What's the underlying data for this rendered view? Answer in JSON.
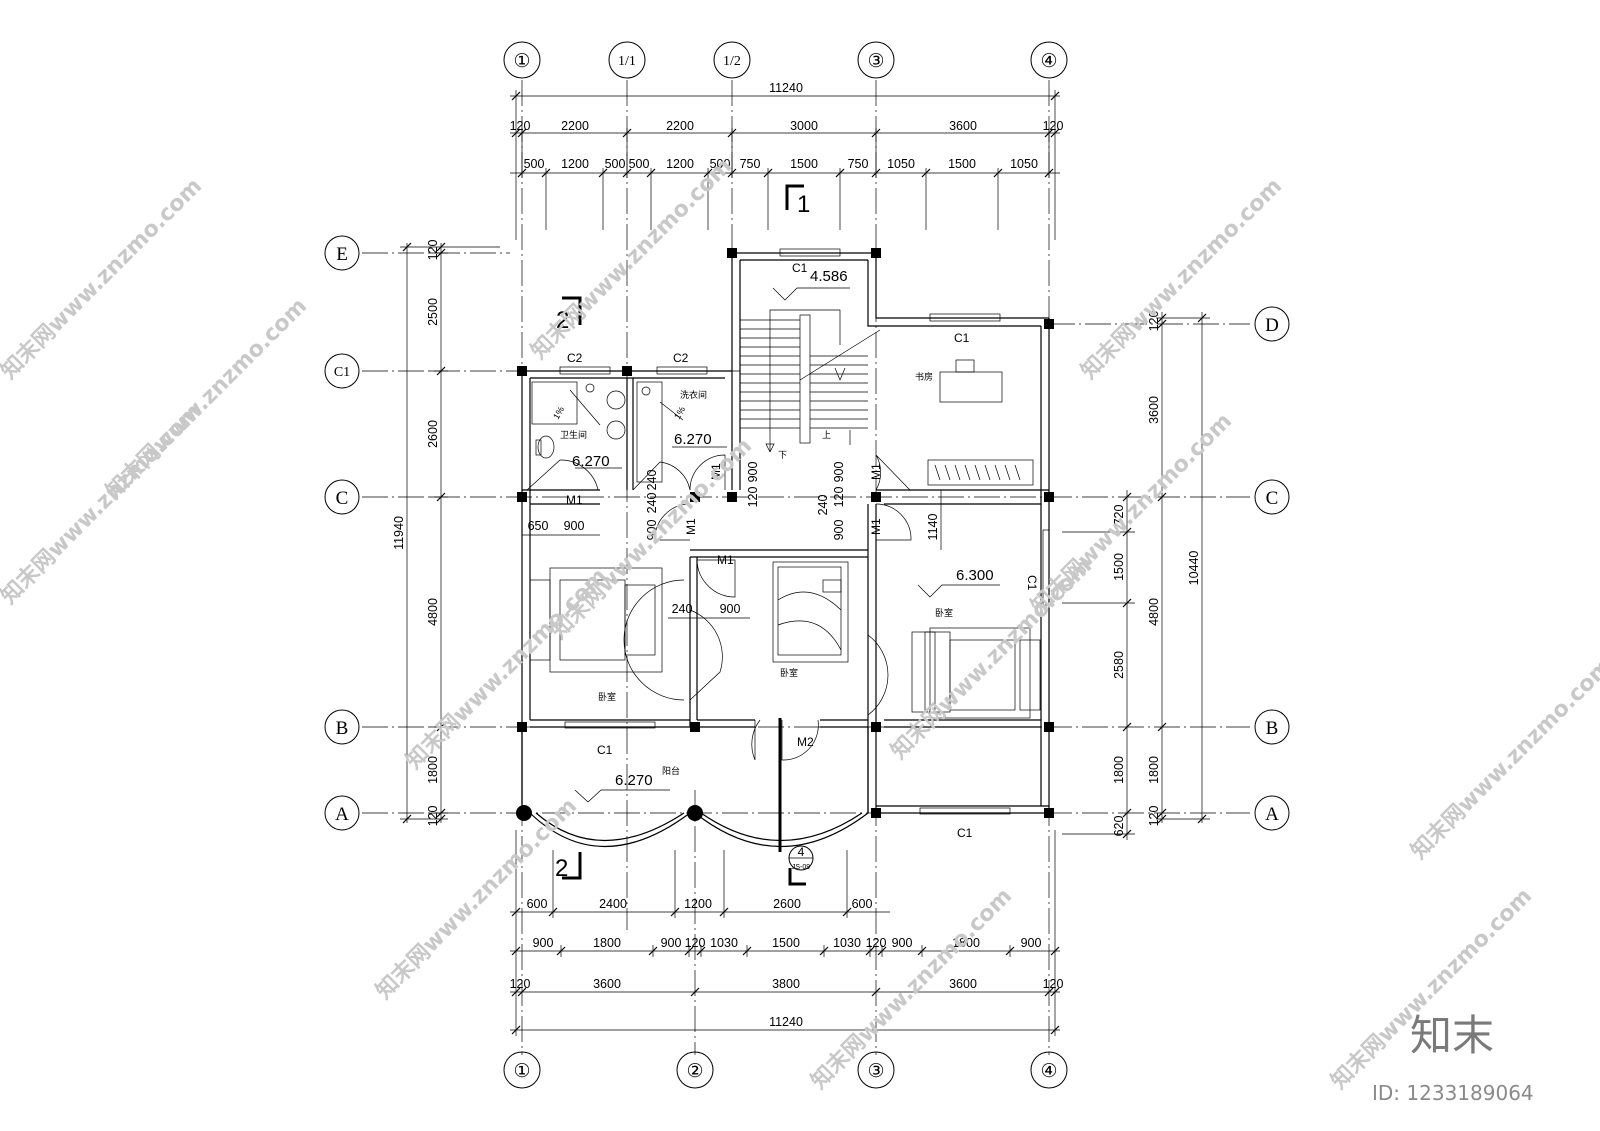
{
  "axes_top": [
    "①",
    "1/1",
    "1/2",
    "③",
    "④"
  ],
  "axes_bottom": [
    "①",
    "②",
    "③",
    "④"
  ],
  "axes_left": [
    "E",
    "C1",
    "C",
    "B",
    "A"
  ],
  "axes_right": [
    "D",
    "C",
    "B",
    "A"
  ],
  "dims_top": {
    "overall": "11240",
    "row2": [
      "120",
      "2200",
      "2200",
      "3000",
      "3600",
      "120"
    ],
    "row3": [
      "500",
      "1200",
      "500",
      "500",
      "1200",
      "500",
      "750",
      "1500",
      "750",
      "1050",
      "1500",
      "1050"
    ]
  },
  "dims_bottom": {
    "row1": [
      "600",
      "2400",
      "1200",
      "2600",
      "600"
    ],
    "row2": [
      "900",
      "1800",
      "900",
      "120",
      "1030",
      "1500",
      "1030",
      "120",
      "900",
      "1800",
      "900"
    ],
    "row3": [
      "120",
      "3600",
      "3800",
      "3600",
      "120"
    ],
    "overall": "11240"
  },
  "dims_left": {
    "segments": [
      "120",
      "2500",
      "2600",
      "4800",
      "1800",
      "120"
    ],
    "overall": "11940"
  },
  "dims_right": {
    "inner": [
      "720",
      "1500",
      "2580",
      "1800",
      "620"
    ],
    "mid": [
      "120",
      "3600",
      "4800",
      "1800",
      "120"
    ],
    "overall": "10440"
  },
  "local_dims": [
    "650",
    "900",
    "900",
    "240",
    "900",
    "240",
    "900",
    "900",
    "900",
    "240",
    "120",
    "120",
    "240",
    "1140",
    "120",
    "120"
  ],
  "openings": {
    "c1": "C1",
    "c2": "C2",
    "m1": "M1",
    "m2": "M2"
  },
  "rooms": {
    "bath": "卫生间",
    "laundry": "洗衣间",
    "study": "书房",
    "bedroom": "卧室",
    "balcony": "阳台",
    "stair_down": "下",
    "stair_up": "上"
  },
  "slopes": [
    "1%",
    "1%"
  ],
  "elevations": [
    "4.586",
    "6.270",
    "6.270",
    "6.300",
    "6.270"
  ],
  "section_marks": [
    "1",
    "2",
    "2"
  ],
  "detail_mark": {
    "num": "4",
    "ref": "JS-09"
  },
  "watermark": "知末网www.znzmo.com",
  "brand": "知末",
  "id_text": "ID: 1233189064"
}
